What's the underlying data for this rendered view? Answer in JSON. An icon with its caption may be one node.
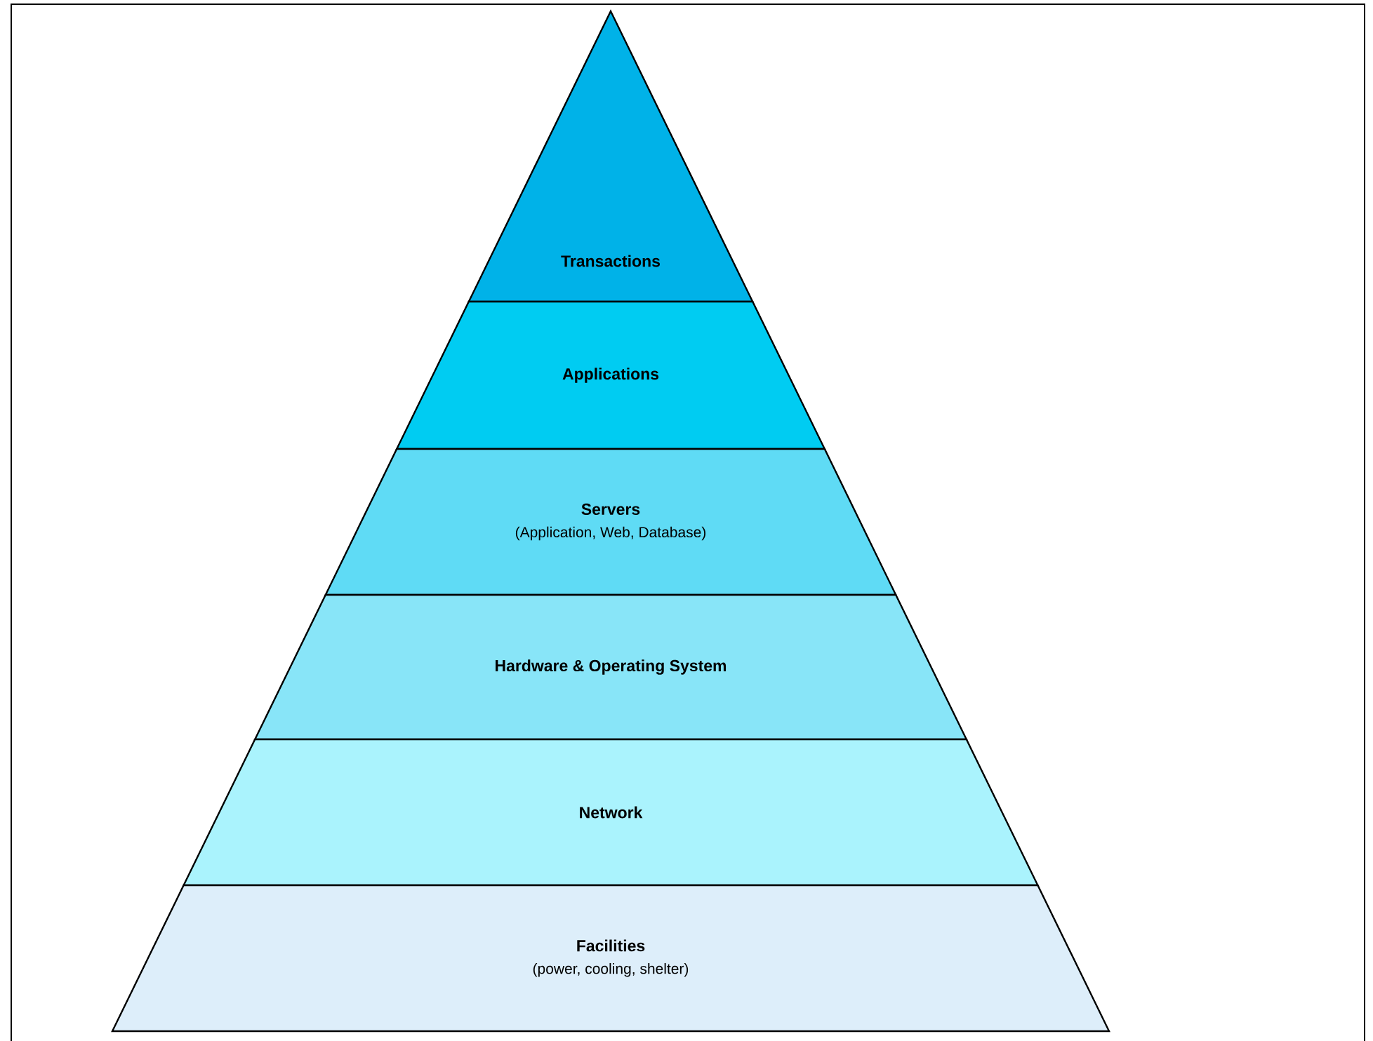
{
  "diagram": {
    "nodes": [
      {
        "text": [
          "Transactions"
        ]
      },
      {
        "text": [
          "Applications"
        ]
      },
      {
        "text": [
          "Servers",
          "(Application, Web, Database)"
        ]
      },
      {
        "text": [
          "Hardware & Operating System"
        ]
      },
      {
        "text": [
          "Network"
        ]
      },
      {
        "text": [
          "Facilities",
          "(power, cooling, shelter)"
        ]
      }
    ]
  }
}
